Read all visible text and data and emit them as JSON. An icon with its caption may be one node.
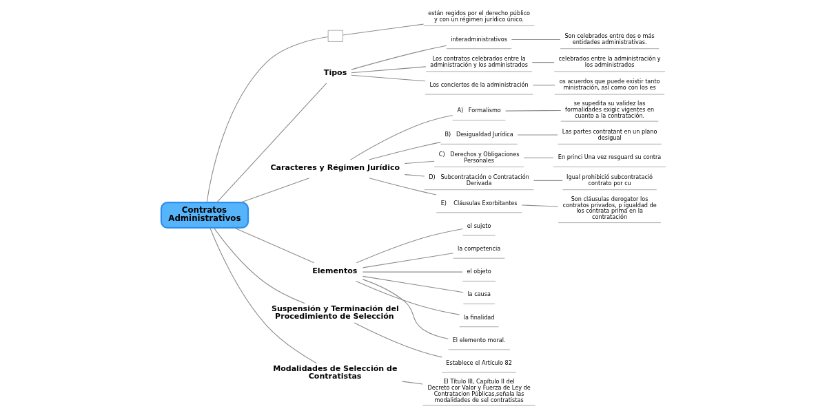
{
  "diagram": {
    "nodes": [
      {
        "text": [
          "Contratos Administrativos"
        ]
      },
      {
        "text": [],
        "shape": "box"
      },
      {
        "text": [
          "están regidos por el derecho público y con un régimen jurídico único."
        ]
      },
      {
        "text": [
          "Tipos"
        ]
      },
      {
        "text": [
          "interadministrativos"
        ]
      },
      {
        "text": [
          "Son celebrados entre dos o más entidades administrativas."
        ]
      },
      {
        "text": [
          "Los contratos celebrados entre la administración y los administrados"
        ]
      },
      {
        "text": [
          "celebrados entre la administración y los administrados"
        ]
      },
      {
        "text": [
          "Los conciertos de la administración"
        ]
      },
      {
        "text": [
          "os acuerdos que puede existir tanto ministración, así como con los es"
        ]
      },
      {
        "text": [
          "Caracteres y Régimen Jurídico"
        ]
      },
      {
        "text": [
          "A)   Formalismo"
        ]
      },
      {
        "text": [
          "se supedita su validez las formalidades exigic vigentes en cuanto a la contratación."
        ]
      },
      {
        "text": [
          "B)   Desigualdad Jurídica"
        ]
      },
      {
        "text": [
          "Las partes contratant en un plano desigual"
        ]
      },
      {
        "text": [
          "C)   Derechos y Obligaciones Personales"
        ]
      },
      {
        "text": [
          "En princi Una vez resguard su contra"
        ]
      },
      {
        "text": [
          "D)   Subcontratación o Contratación Derivada"
        ]
      },
      {
        "text": [
          "Igual prohibició subcontratació contrato por cu"
        ]
      },
      {
        "text": [
          "E)    Cláusulas Exorbitantes"
        ]
      },
      {
        "text": [
          "Son cláusulas derogator los contratos privados, p igualdad de los contrata prima en la contratación"
        ]
      },
      {
        "text": [
          "Elementos"
        ]
      },
      {
        "text": [
          "el sujeto"
        ]
      },
      {
        "text": [
          "la competencia"
        ]
      },
      {
        "text": [
          "el objeto"
        ]
      },
      {
        "text": [
          "la causa"
        ]
      },
      {
        "text": [
          "la finalidad"
        ]
      },
      {
        "text": [
          "El elemento moral."
        ]
      },
      {
        "text": [
          "Suspensión y Terminación del Procedimiento de Selección"
        ]
      },
      {
        "text": [
          "Establece el Artículo 82"
        ]
      },
      {
        "text": [
          "Modalidades de Selección de Contratistas"
        ]
      },
      {
        "text": [
          "El Título III, Capítulo II del Decreto cor Valor y Fuerza de Ley de Contratacion Públicas,señala las modalidades de sel contratistas"
        ]
      }
    ],
    "edges": [
      {
        "from": 0,
        "to": 1,
        "arrow": "none"
      },
      {
        "from": 1,
        "to": 2,
        "arrow": "none"
      },
      {
        "from": 0,
        "to": 3,
        "arrow": "none"
      },
      {
        "from": 3,
        "to": 4,
        "arrow": "none"
      },
      {
        "from": 4,
        "to": 5,
        "arrow": "none"
      },
      {
        "from": 3,
        "to": 6,
        "arrow": "none"
      },
      {
        "from": 6,
        "to": 7,
        "arrow": "none"
      },
      {
        "from": 3,
        "to": 8,
        "arrow": "none"
      },
      {
        "from": 8,
        "to": 9,
        "arrow": "none"
      },
      {
        "from": 0,
        "to": 10,
        "arrow": "none"
      },
      {
        "from": 10,
        "to": 11,
        "arrow": "none"
      },
      {
        "from": 11,
        "to": 12,
        "arrow": "none"
      },
      {
        "from": 10,
        "to": 13,
        "arrow": "none"
      },
      {
        "from": 13,
        "to": 14,
        "arrow": "none"
      },
      {
        "from": 10,
        "to": 15,
        "arrow": "none"
      },
      {
        "from": 15,
        "to": 16,
        "arrow": "none"
      },
      {
        "from": 10,
        "to": 17,
        "arrow": "none"
      },
      {
        "from": 17,
        "to": 18,
        "arrow": "none"
      },
      {
        "from": 10,
        "to": 19,
        "arrow": "none"
      },
      {
        "from": 19,
        "to": 20,
        "arrow": "none"
      },
      {
        "from": 0,
        "to": 21,
        "arrow": "none"
      },
      {
        "from": 21,
        "to": 22,
        "arrow": "none"
      },
      {
        "from": 21,
        "to": 23,
        "arrow": "none"
      },
      {
        "from": 21,
        "to": 24,
        "arrow": "none"
      },
      {
        "from": 21,
        "to": 25,
        "arrow": "none"
      },
      {
        "from": 21,
        "to": 26,
        "arrow": "none"
      },
      {
        "from": 21,
        "to": 27,
        "arrow": "none"
      },
      {
        "from": 0,
        "to": 28,
        "arrow": "none"
      },
      {
        "from": 28,
        "to": 29,
        "arrow": "none"
      },
      {
        "from": 0,
        "to": 30,
        "arrow": "none"
      },
      {
        "from": 30,
        "to": 31,
        "arrow": "none"
      }
    ]
  }
}
